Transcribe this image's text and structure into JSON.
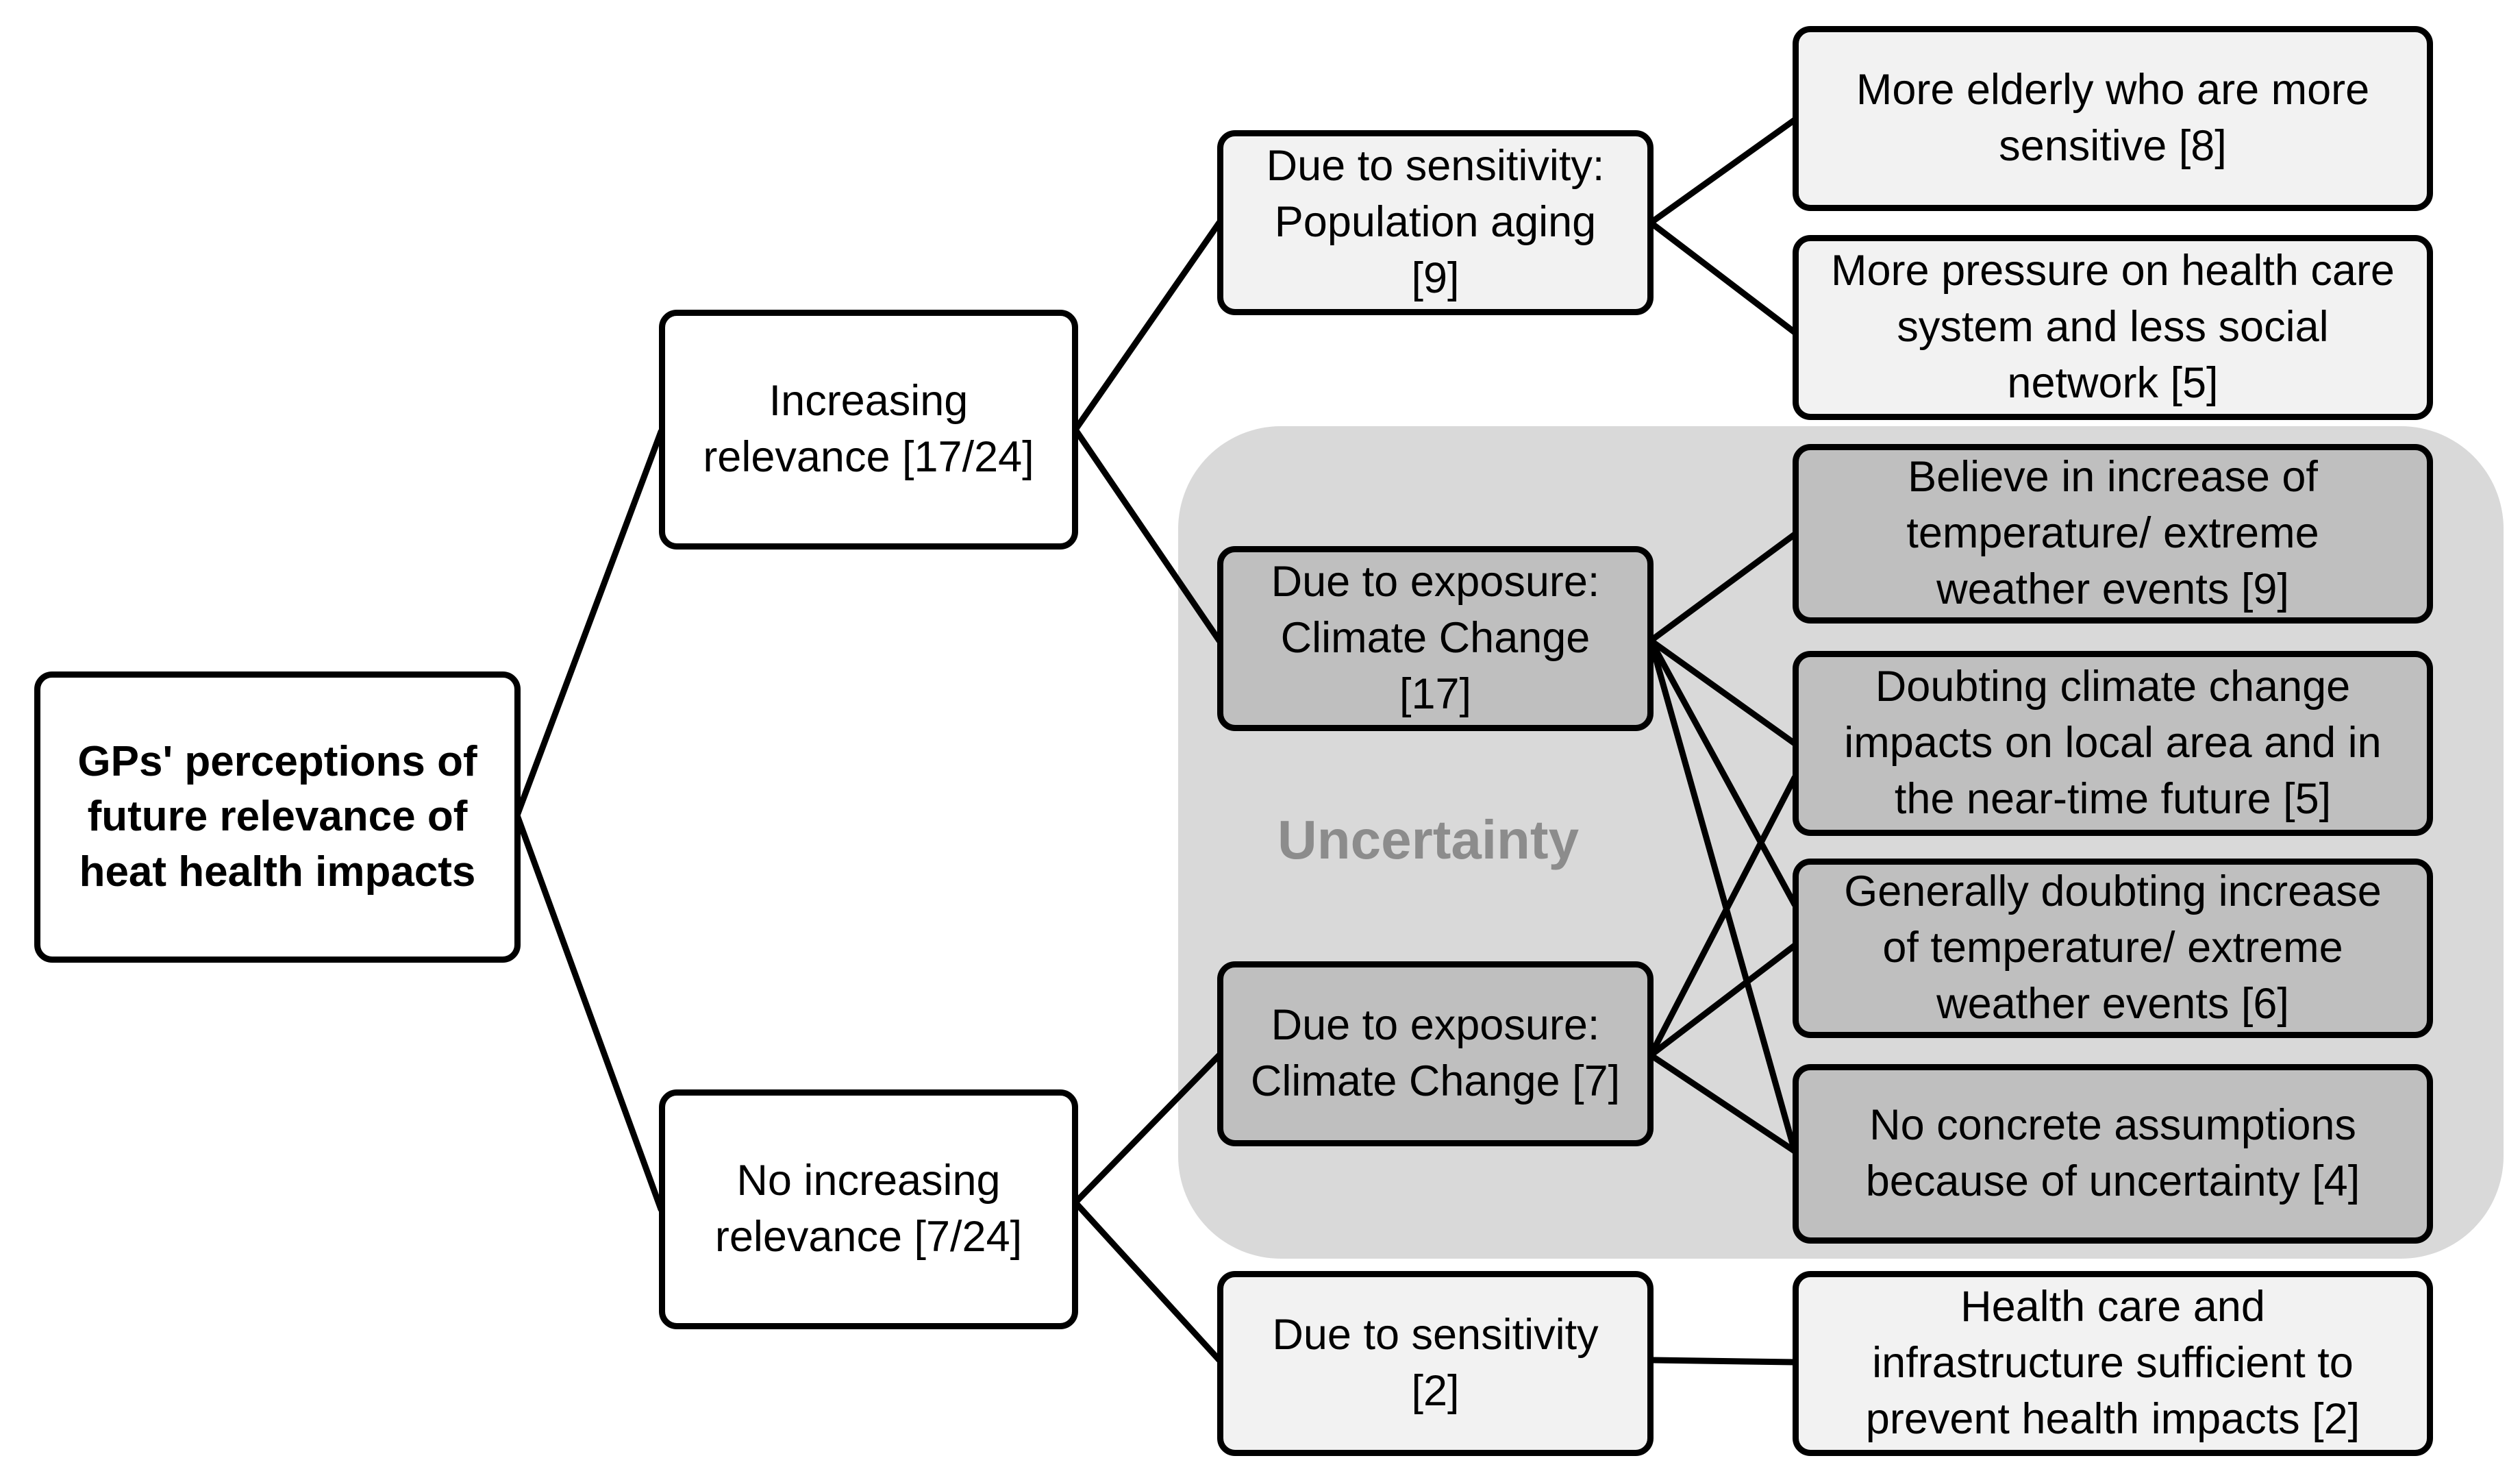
{
  "root": {
    "label": "GPs' perceptions of\nfuture relevance of\nheat health impacts"
  },
  "branches": {
    "increasing": {
      "label": "Increasing\nrelevance [17/24]"
    },
    "no_increasing": {
      "label": "No increasing\nrelevance [7/24]"
    }
  },
  "reasons": {
    "sensitivity_aging": {
      "label": "Due to sensitivity:\nPopulation aging\n[9]"
    },
    "exposure_cc_17": {
      "label": "Due to exposure:\nClimate Change\n[17]"
    },
    "exposure_cc_7": {
      "label": "Due to exposure:\nClimate Change [7]"
    },
    "sensitivity_2": {
      "label": "Due to sensitivity\n[2]"
    }
  },
  "outcomes": {
    "elderly": {
      "label": "More elderly who are more\nsensitive [8]"
    },
    "pressure": {
      "label": "More pressure on health care\nsystem and less social\nnetwork [5]"
    },
    "believe": {
      "label": "Believe in increase of\ntemperature/ extreme\nweather events [9]"
    },
    "doubting_local": {
      "label": "Doubting climate change\nimpacts on local area and in\nthe near-time future [5]"
    },
    "doubting_general": {
      "label": "Generally doubting increase\nof temperature/ extreme\nweather events [6]"
    },
    "no_assumptions": {
      "label": "No concrete assumptions\nbecause of uncertainty [4]"
    },
    "sufficient": {
      "label": "Health care and\ninfrastructure sufficient to\nprevent health impacts [2]"
    }
  },
  "uncertainty": {
    "label": "Uncertainty"
  },
  "colors": {
    "uncertainty_fill": "#d9d9d9",
    "uncertainty_text": "#8c8c8c",
    "box_light": "#f2f2f2",
    "box_dark": "#bfbfbf",
    "line": "#000000"
  }
}
